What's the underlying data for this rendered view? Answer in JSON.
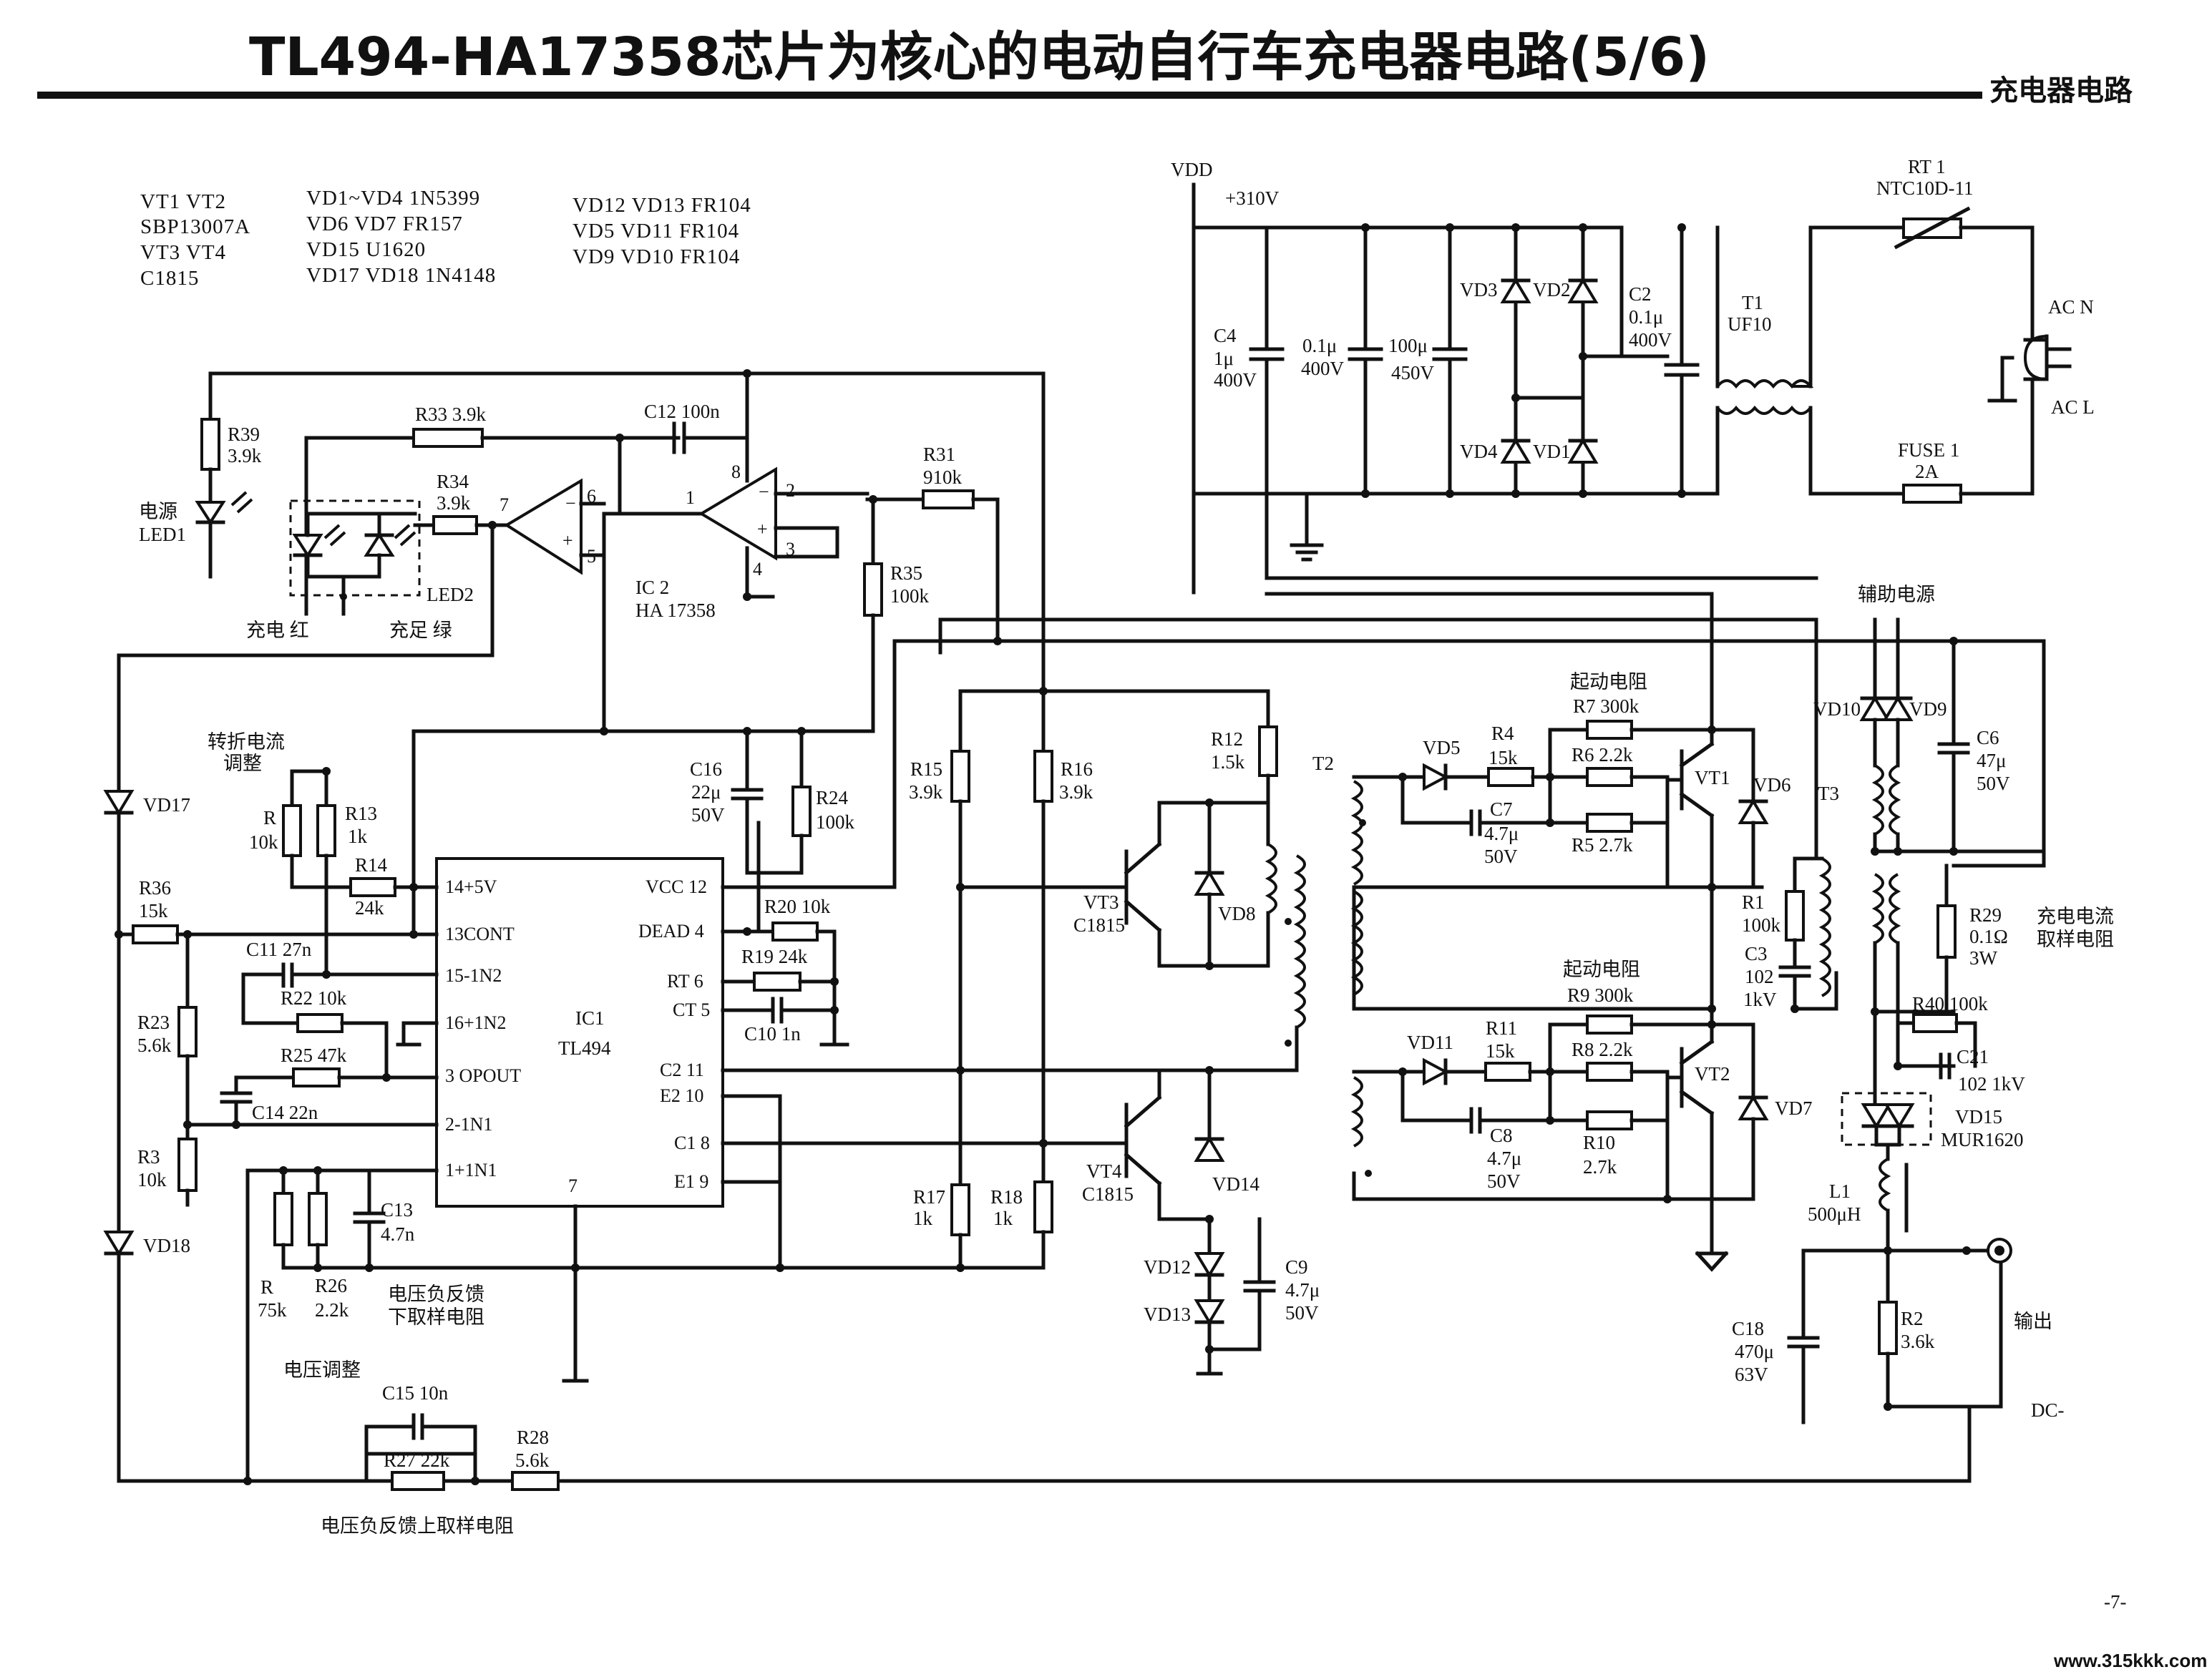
{
  "title": "TL494-HA17358芯片为核心的电动自行车充电器电路(5/6)",
  "section": "充电器电路",
  "page_number": "-7-",
  "watermark": "www.315kkk.com",
  "parts_list": [
    "VT1 VT2",
    "SBP13007A",
    "VT3 VT4",
    "C1815",
    "VD1~VD4 1N5399",
    "VD6 VD7 FR157",
    "VD15 U1620",
    "VD17 VD18 1N4148",
    "VD12 VD13 FR104",
    "VD5 VD11 FR104",
    "VD9 VD10 FR104"
  ],
  "ic_labels": {
    "ic1": "IC1",
    "ic1_type": "TL494",
    "ic2": "IC 2",
    "ic2_type": "HA 17358",
    "ic1_pins": [
      "14+5V",
      "13CONT",
      "15-1N2",
      "16+1N2",
      "3 OPOUT",
      "2-1N1",
      "1+1N1",
      "VCC 12",
      "DEAD 4",
      "RT 6",
      "CT 5",
      "C2 11",
      "E2 10",
      "C1 8",
      "E1 9",
      "7"
    ],
    "ic2_pins": [
      "8",
      "7",
      "6",
      "5",
      "1",
      "2",
      "3",
      "4"
    ]
  },
  "labels": [
    "VDD",
    "+310V",
    "RT 1",
    "NTC10D-11",
    "AC N",
    "AC L",
    "FUSE 1",
    "2A",
    "VD3",
    "VD2",
    "VD4",
    "VD1",
    "C2",
    "0.1μ",
    "400V",
    "T1",
    "UF10",
    "C4",
    "1μ",
    "400V",
    "0.1μ",
    "400V",
    "100μ",
    "450V",
    "R39",
    "3.9k",
    "电源",
    "LED1",
    "R33 3.9k",
    "C12 100n",
    "R34",
    "3.9k",
    "LED2",
    "充电 红",
    "充足 绿",
    "R31",
    "910k",
    "R35",
    "100k",
    "转折电流",
    "调整",
    "R",
    "10k",
    "R13",
    "1k",
    "R14",
    "24k",
    "R36",
    "15k",
    "C11 27n",
    "R22 10k",
    "R25 47k",
    "C14 22n",
    "R23",
    "5.6k",
    "R3",
    "10k",
    "VD17",
    "VD18",
    "C16",
    "22μ",
    "50V",
    "R24",
    "100k",
    "R20 10k",
    "R19 24k",
    "C10 1n",
    "C13",
    "4.7n",
    "R",
    "75k",
    "R26",
    "2.2k",
    "电压负反馈",
    "下取样电阻",
    "电压调整",
    "C15 10n",
    "R27 22k",
    "R28",
    "5.6k",
    "电压负反馈上取样电阻",
    "R15",
    "3.9k",
    "R16",
    "3.9k",
    "R17",
    "1k",
    "R18",
    "1k",
    "R12",
    "1.5k",
    "T2",
    "VT3",
    "C1815",
    "VT4",
    "C1815",
    "VD8",
    "VD14",
    "VD12",
    "VD13",
    "C9",
    "4.7μ",
    "50V",
    "起动电阻",
    "R7 300k",
    "VD5",
    "R4",
    "15k",
    "R6 2.2k",
    "VT1",
    "VD6",
    "C7",
    "4.7μ",
    "50V",
    "R5 2.7k",
    "起动电阻",
    "R9 300k",
    "VD11",
    "R11",
    "15k",
    "R8 2.2k",
    "VT2",
    "VD7",
    "C8",
    "4.7μ",
    "50V",
    "R10",
    "2.7k",
    "辅助电源",
    "VD10",
    "VD9",
    "C6",
    "47μ",
    "50V",
    "T3",
    "R1",
    "100k",
    "C3",
    "102",
    "1kV",
    "R29",
    "0.1Ω",
    "3W",
    "充电电流",
    "取样电阻",
    "R40 100k",
    "C21",
    "102 1kV",
    "VD15",
    "MUR1620",
    "L1",
    "500μH",
    "C18",
    "470μ",
    "63V",
    "R2",
    "3.6k",
    "输出",
    "DC-"
  ]
}
